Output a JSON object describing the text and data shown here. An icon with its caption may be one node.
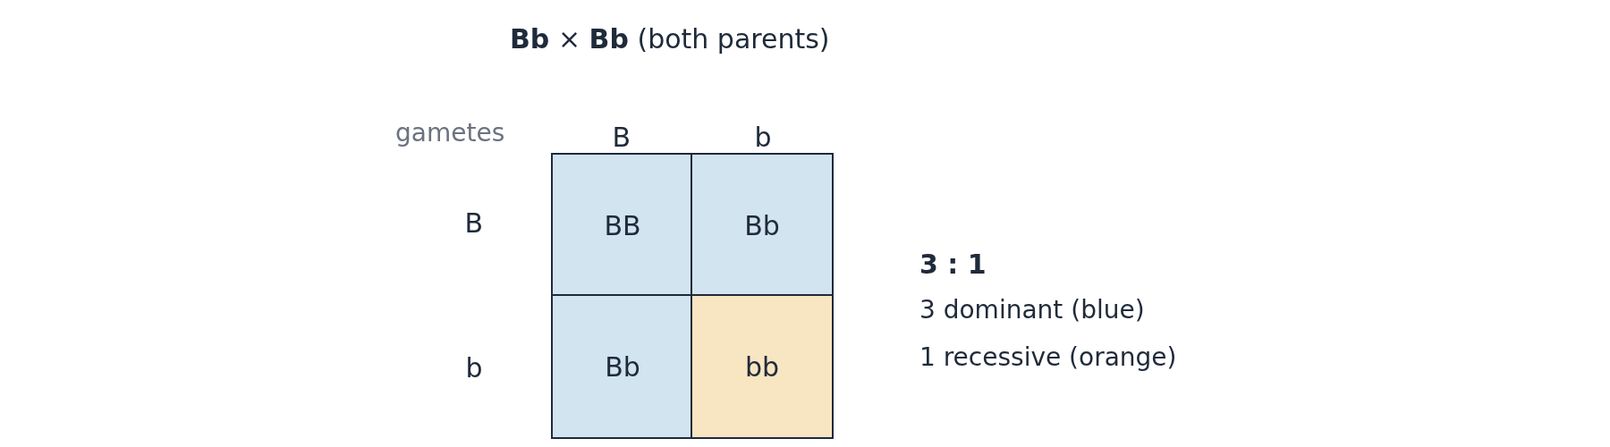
{
  "diagram": {
    "title": "**Bb** × **Bb** (both parents)",
    "nodes": [
      {
        "text": [
          "BB"
        ]
      },
      {
        "text": [
          "Bb"
        ]
      },
      {
        "text": [
          "Bb"
        ]
      },
      {
        "text": [
          "bb"
        ]
      }
    ],
    "labels": [
      "gametes",
      "B",
      "b",
      "B",
      "b",
      "3 : 1",
      "3 dominant (blue)",
      "1 recessive (orange)"
    ]
  }
}
